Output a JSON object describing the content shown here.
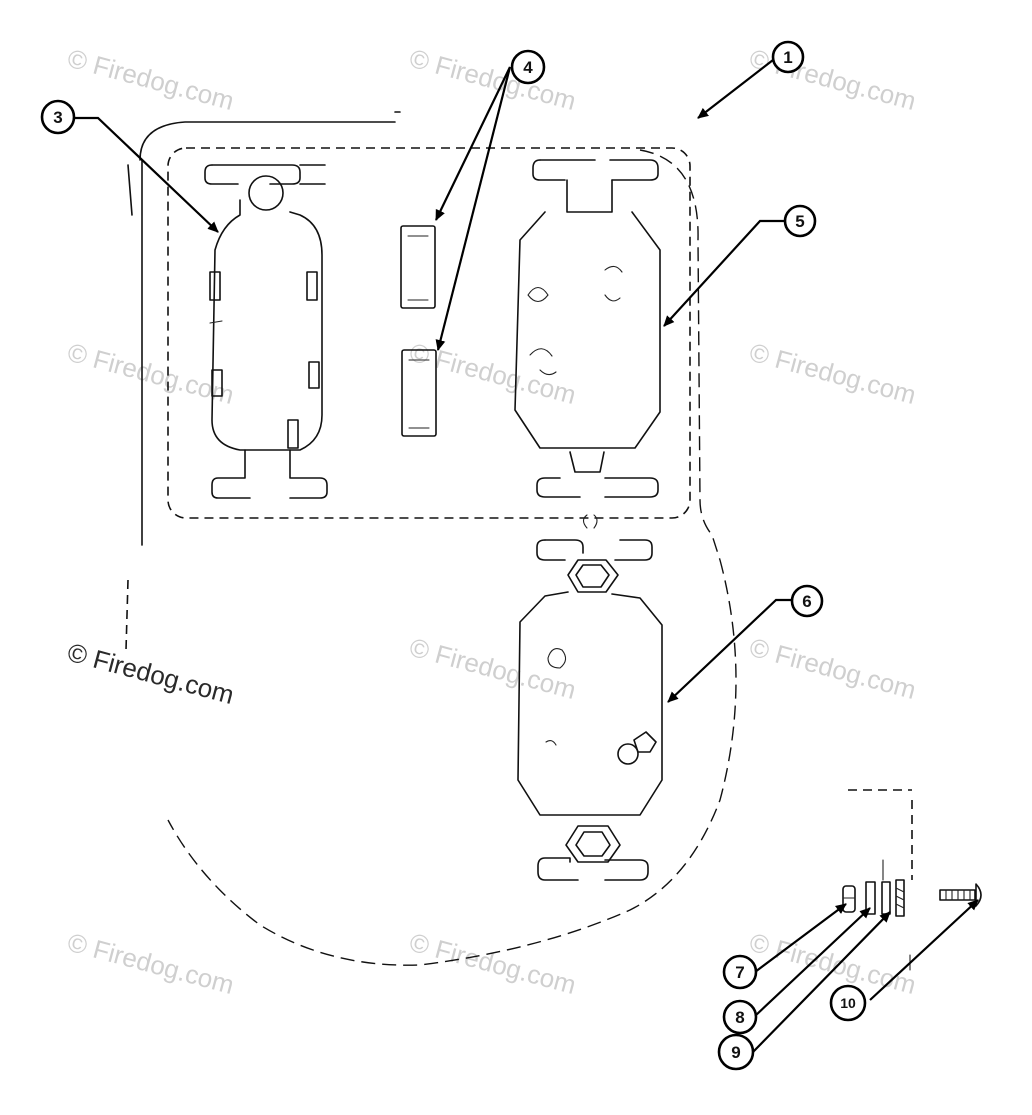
{
  "callouts": [
    "1",
    "3",
    "4",
    "5",
    "6",
    "7",
    "8",
    "9",
    "10"
  ],
  "watermark": "© Firedog.com"
}
